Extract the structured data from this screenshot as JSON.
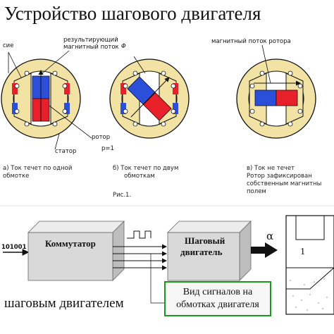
{
  "title": "Устройство шагового двигателя",
  "diagram_a": {
    "label_left": "сие",
    "label_flux_1": "результирующий",
    "label_flux_2": "магнитный поток",
    "flux_symbol": "Φ",
    "label_rotor": "ротор",
    "label_stator": "статор",
    "label_p": "p=1",
    "caption_1": "а) Ток течет по одной",
    "caption_2": "обмотке"
  },
  "diagram_b": {
    "caption_1": "б)  Ток течет по двум",
    "caption_2": "обмоткам"
  },
  "diagram_c": {
    "label_flux": "магнитный поток ротора",
    "caption_1": "в) Ток не течет",
    "caption_2": "Ротор зафиксирован",
    "caption_3": "собственным магнитны",
    "caption_4": "полем"
  },
  "figure_label": "Рис.1.",
  "block_diagram": {
    "input_label": "101001",
    "commutator_label": "Коммутатор",
    "motor_label_1": "Шаговый",
    "motor_label_2": "двигатель",
    "output_symbol": "α",
    "load_number": "1",
    "note_1": "Вид сигналов на",
    "note_2": "обмотках двигателя",
    "bottom_caption": "шаговым двигателем"
  },
  "colors": {
    "stator_fill": "#f2e2a4",
    "rotor_red": "#e8202a",
    "rotor_blue": "#2b4fd8",
    "note_border": "#1a9a1a",
    "block_face": "#d9d9d9"
  }
}
